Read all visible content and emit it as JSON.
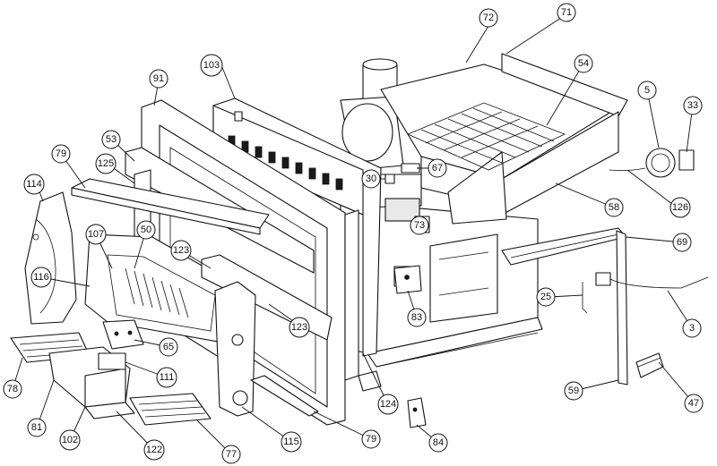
{
  "callouts": [
    {
      "id": "c72",
      "label": "72"
    },
    {
      "id": "c71",
      "label": "71"
    },
    {
      "id": "c103",
      "label": "103"
    },
    {
      "id": "c91",
      "label": "91"
    },
    {
      "id": "c54",
      "label": "54"
    },
    {
      "id": "c5",
      "label": "5"
    },
    {
      "id": "c33",
      "label": "33"
    },
    {
      "id": "c79a",
      "label": "79"
    },
    {
      "id": "c53",
      "label": "53"
    },
    {
      "id": "c125",
      "label": "125"
    },
    {
      "id": "c114",
      "label": "114"
    },
    {
      "id": "c67",
      "label": "67"
    },
    {
      "id": "c30",
      "label": "30"
    },
    {
      "id": "c126",
      "label": "126"
    },
    {
      "id": "c58",
      "label": "58"
    },
    {
      "id": "c73",
      "label": "73"
    },
    {
      "id": "c107",
      "label": "107"
    },
    {
      "id": "c50",
      "label": "50"
    },
    {
      "id": "c123a",
      "label": "123"
    },
    {
      "id": "c69",
      "label": "69"
    },
    {
      "id": "c116",
      "label": "116"
    },
    {
      "id": "c25",
      "label": "25"
    },
    {
      "id": "c83",
      "label": "83"
    },
    {
      "id": "c123b",
      "label": "123"
    },
    {
      "id": "c3",
      "label": "3"
    },
    {
      "id": "c65",
      "label": "65"
    },
    {
      "id": "c78",
      "label": "78"
    },
    {
      "id": "c111",
      "label": "111"
    },
    {
      "id": "c59",
      "label": "59"
    },
    {
      "id": "c124",
      "label": "124"
    },
    {
      "id": "c47",
      "label": "47"
    },
    {
      "id": "c81",
      "label": "81"
    },
    {
      "id": "c79b",
      "label": "79"
    },
    {
      "id": "c84",
      "label": "84"
    },
    {
      "id": "c115",
      "label": "115"
    },
    {
      "id": "c102",
      "label": "102"
    },
    {
      "id": "c122",
      "label": "122"
    },
    {
      "id": "c77",
      "label": "77"
    }
  ]
}
